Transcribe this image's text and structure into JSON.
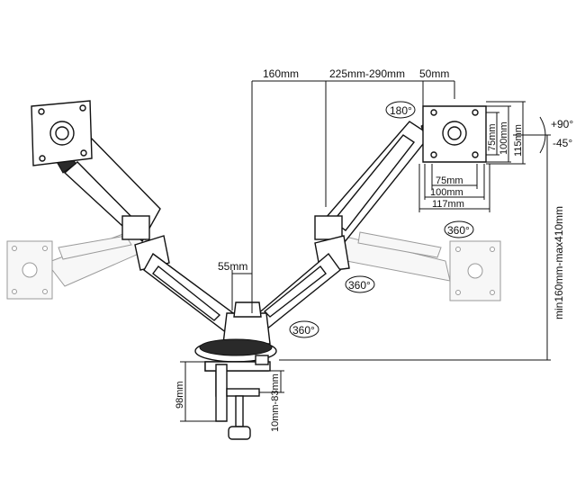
{
  "dimensions": {
    "spacing_160": "160mm",
    "reach_225_290": "225mm-290mm",
    "offset_50": "50mm",
    "center_55": "55mm",
    "vesa_75": "75mm",
    "vesa_100": "100mm",
    "width_117": "117mm",
    "height_115": "115mm",
    "vertical_range": "min160mm-max410mm",
    "base_98": "98mm",
    "clamp_range": "10mm-83mm"
  },
  "rotations": {
    "rot_180": "180°",
    "rot_360_monitor": "360°",
    "rot_360_arm": "360°",
    "rot_360_base": "360°",
    "tilt_up": "+90°",
    "tilt_down": "-45°"
  }
}
